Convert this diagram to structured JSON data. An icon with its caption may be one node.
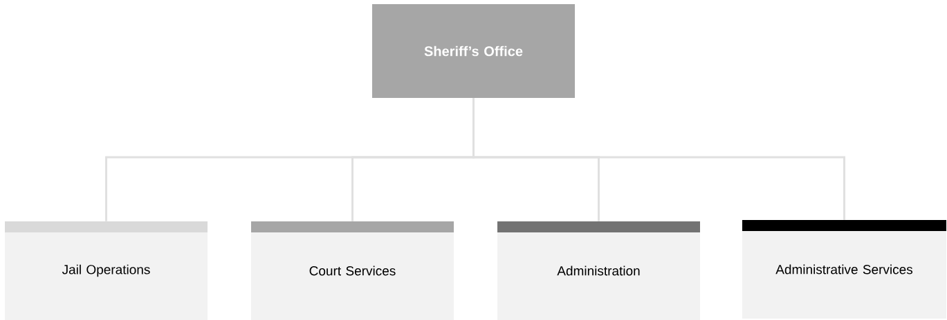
{
  "diagram": {
    "nodes": [
      {
        "text": [
          "Sheriff’s Office"
        ]
      },
      {
        "text": [
          "Jail Operations"
        ]
      },
      {
        "text": [
          "Court Services"
        ]
      },
      {
        "text": [
          "Administration"
        ]
      },
      {
        "text": [
          "Administrative Services"
        ]
      }
    ],
    "edges": [
      {
        "from": 0,
        "to": 1,
        "arrow": "none"
      },
      {
        "from": 0,
        "to": 2,
        "arrow": "none"
      },
      {
        "from": 0,
        "to": 3,
        "arrow": "none"
      },
      {
        "from": 0,
        "to": 4,
        "arrow": "none"
      }
    ]
  }
}
